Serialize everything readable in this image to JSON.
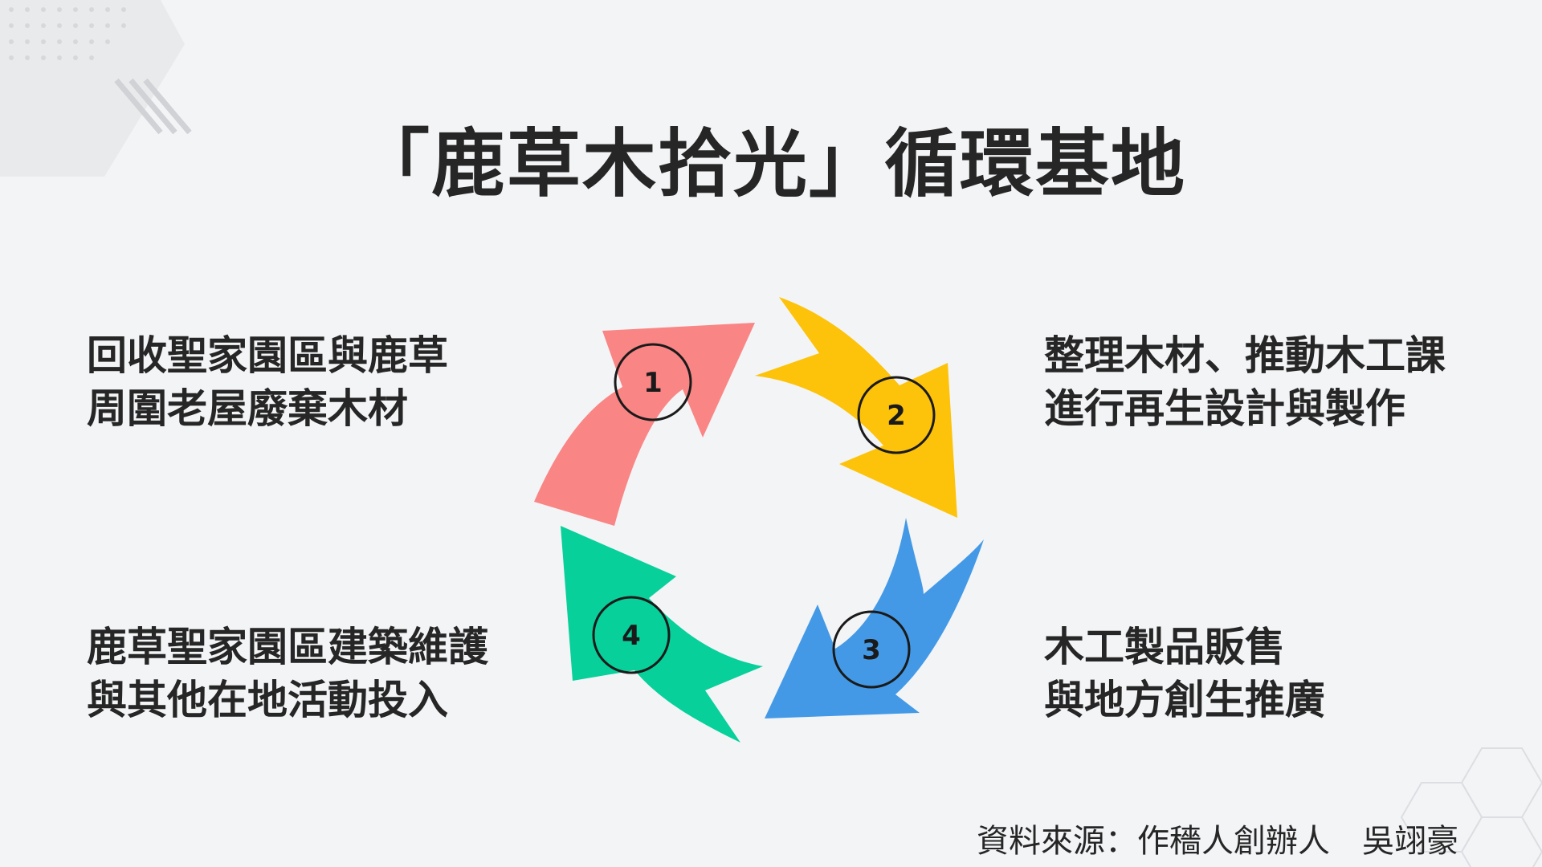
{
  "title": "「鹿草木拾光」循環基地",
  "steps": [
    {
      "number": "1",
      "line1": "回收聖家園區與鹿草",
      "line2": "周圍老屋廢棄木材",
      "color": "#fa8585"
    },
    {
      "number": "2",
      "line1": "整理木材、推動木工課",
      "line2": "進行再生設計與製作",
      "color": "#fdc30a"
    },
    {
      "number": "3",
      "line1": "木工製品販售",
      "line2": "與地方創生推廣",
      "color": "#4399e6"
    },
    {
      "number": "4",
      "line1": "鹿草聖家園區建築維護",
      "line2": "與其他在地活動投入",
      "color": "#07d09a"
    }
  ],
  "source": {
    "label": "資料來源：作穡人創辦人",
    "author": "吳翊豪"
  }
}
